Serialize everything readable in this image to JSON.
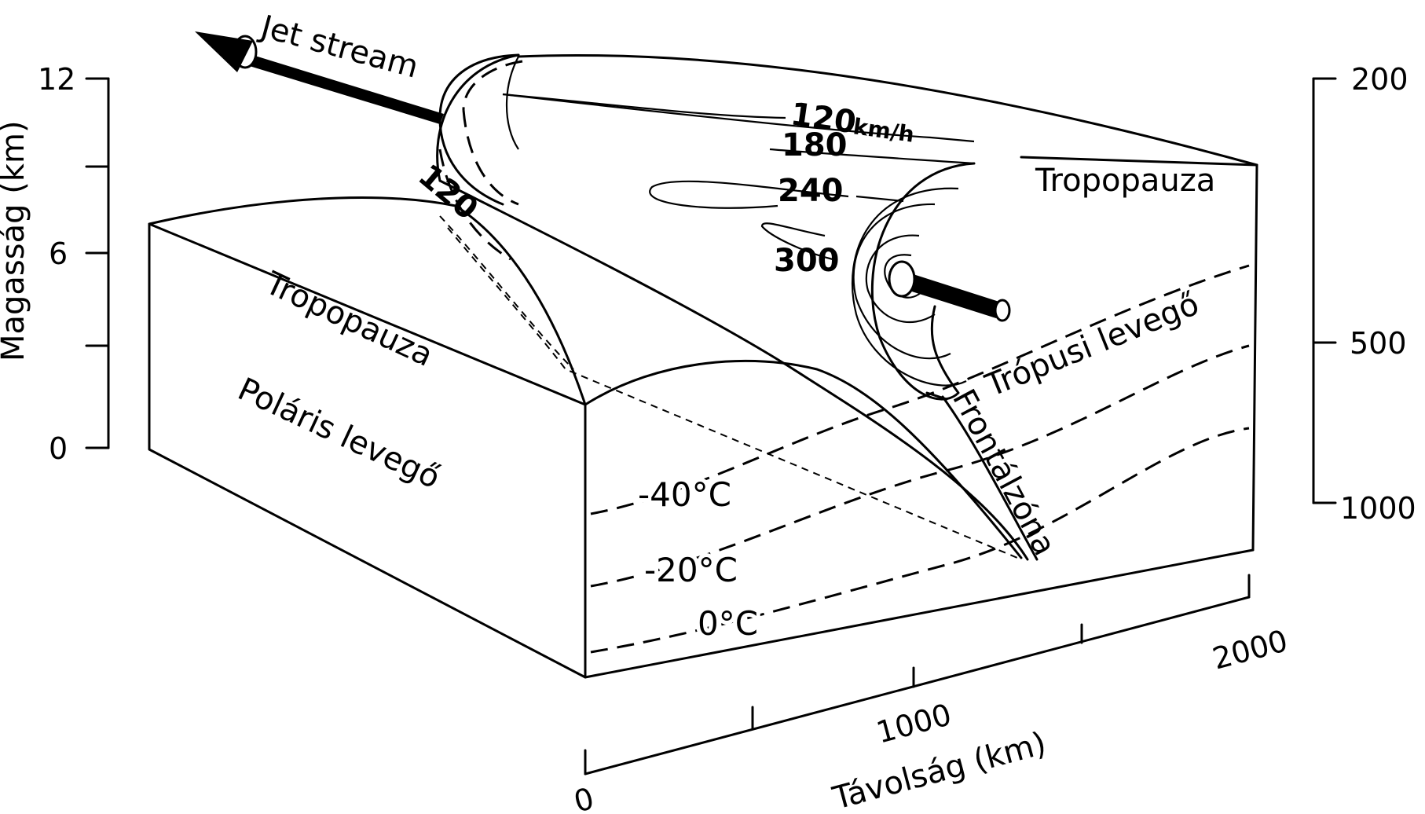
{
  "left_axis": {
    "label": "Magasság (km)",
    "ticks": [
      "12",
      "6",
      "0"
    ]
  },
  "right_axis": {
    "ticks": [
      "200",
      "500",
      "1000"
    ]
  },
  "bottom_axis": {
    "label": "Távolság (km)",
    "ticks": [
      "0",
      "1000",
      "2000"
    ]
  },
  "labels": {
    "jet_stream": "Jet stream",
    "tropopause_right": "Tropopauza",
    "tropopause_left": "Tropopauza",
    "polar_air": "Poláris levegő",
    "tropical_air": "Trópusi levegő",
    "frontal_zone": "Frontálzóna"
  },
  "isotachs": {
    "v120": "120",
    "v120_unit": "km/h",
    "v180": "180",
    "v240": "240",
    "v300": "300",
    "v120_left": "120"
  },
  "isotherms": {
    "t40": "-40°C",
    "t20": "-20°C",
    "t0": "0°C"
  }
}
